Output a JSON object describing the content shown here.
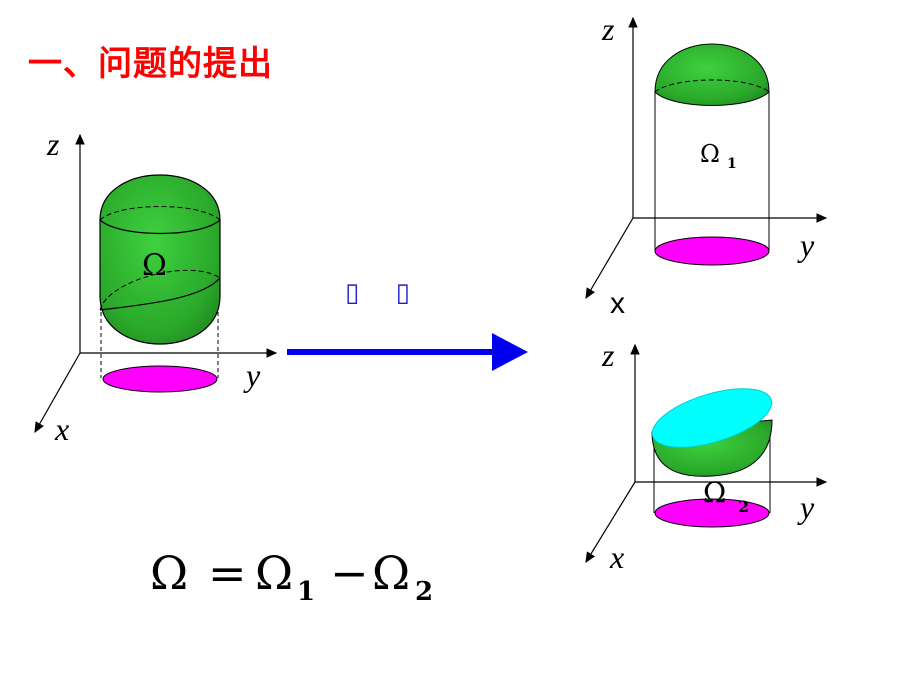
{
  "slide": {
    "title": "一、问题的提出",
    "arrow_label": "▯ ▯",
    "formula": {
      "lhs": "Ω",
      "eq": "=",
      "t1": "Ω",
      "s1": "1",
      "minus": "−",
      "t2": "Ω",
      "s2": "2"
    }
  },
  "diagrams": {
    "main": {
      "z": "z",
      "y": "y",
      "x": "x",
      "region": "Ω"
    },
    "top": {
      "z": "z",
      "y": "y",
      "x": "x",
      "region": "Ω",
      "sub": "1"
    },
    "bottom": {
      "z": "z",
      "y": "y",
      "x": "x",
      "region": "Ω",
      "sub": "2"
    }
  },
  "colors": {
    "title": "#ff0000",
    "solid_green": "#2fb82f",
    "base_magenta": "#ff00ff",
    "cap_cyan": "#00ffff",
    "arrow_blue": "#0000ee"
  }
}
